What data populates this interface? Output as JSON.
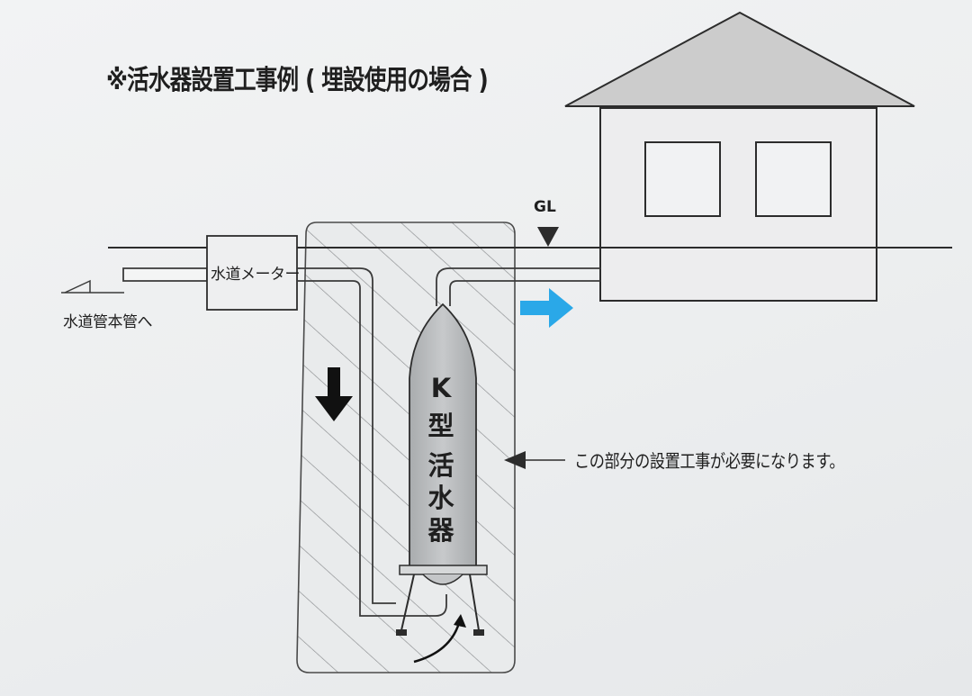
{
  "title": "※活水器設置工事例 ( 埋設使用の場合 )",
  "labels": {
    "water_meter": "水道メーター",
    "to_main_pipe": "水道管本管へ",
    "ground_level": "GL",
    "note": "この部分の設置工事が必要になります。"
  },
  "device": {
    "model": "K",
    "chars": [
      "型",
      "活",
      "水",
      "器"
    ]
  },
  "colors": {
    "flow_arrow": "#2aa8e8",
    "line": "#3a3a3a",
    "roof": "#cccccc",
    "device_body": "#b8bbbd"
  }
}
